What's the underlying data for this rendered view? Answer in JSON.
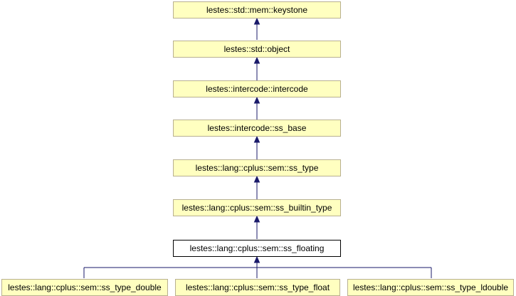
{
  "diagram": {
    "nodes": [
      {
        "label": "lestes::std::mem::keystone"
      },
      {
        "label": "lestes::std::object"
      },
      {
        "label": "lestes::intercode::intercode"
      },
      {
        "label": "lestes::intercode::ss_base"
      },
      {
        "label": "lestes::lang::cplus::sem::ss_type"
      },
      {
        "label": "lestes::lang::cplus::sem::ss_builtin_type"
      },
      {
        "label": "lestes::lang::cplus::sem::ss_floating"
      },
      {
        "label": "lestes::lang::cplus::sem::ss_type_double"
      },
      {
        "label": "lestes::lang::cplus::sem::ss_type_float"
      },
      {
        "label": "lestes::lang::cplus::sem::ss_type_ldouble"
      }
    ],
    "colors": {
      "node_fill": "#ffffc0",
      "node_border": "#b8b090",
      "current_fill": "#ffffff",
      "current_border": "#000000",
      "edge": "#1a1a6a"
    }
  }
}
